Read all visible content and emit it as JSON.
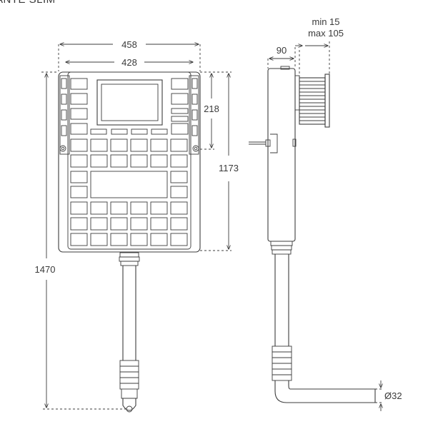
{
  "title": "ANTE SLIM",
  "dimensions": {
    "frame_outer_width": "458",
    "frame_inner_width": "428",
    "button_zone_height": "218",
    "tank_height": "1173",
    "total_height": "1470",
    "depth": "90",
    "wall_distance_min": "min 15",
    "wall_distance_max": "max 105",
    "pipe_diameter": "Ø32"
  },
  "colors": {
    "line": "#3c3c3c",
    "background": "#ffffff"
  }
}
